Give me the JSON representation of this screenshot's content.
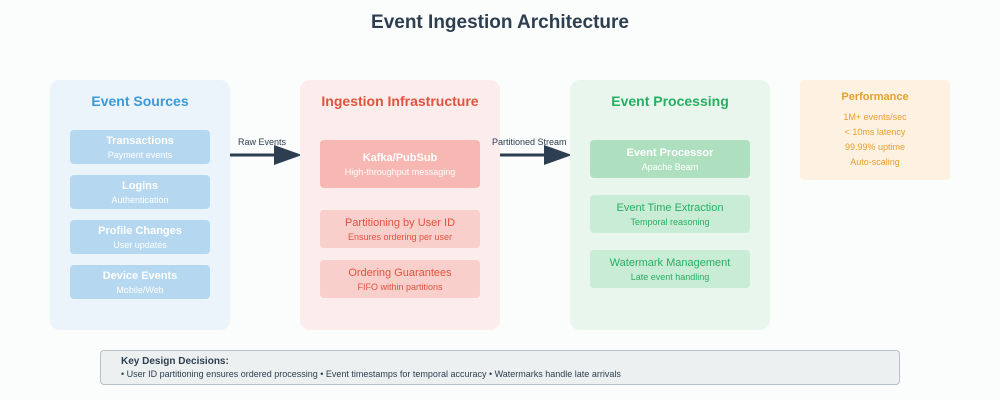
{
  "title": "Event Ingestion Architecture",
  "sources": {
    "title": "Event Sources",
    "items": [
      {
        "label": "Transactions",
        "sub": "Payment events"
      },
      {
        "label": "Logins",
        "sub": "Authentication"
      },
      {
        "label": "Profile Changes",
        "sub": "User updates"
      },
      {
        "label": "Device Events",
        "sub": "Mobile/Web"
      }
    ]
  },
  "ingestion": {
    "title": "Ingestion Infrastructure",
    "items": [
      {
        "label": "Kafka/PubSub",
        "sub": "High-throughput messaging"
      },
      {
        "label": "Partitioning by User ID",
        "sub": "Ensures ordering per user"
      },
      {
        "label": "Ordering Guarantees",
        "sub": "FIFO within partitions"
      }
    ]
  },
  "processing": {
    "title": "Event Processing",
    "items": [
      {
        "label": "Event Processor",
        "sub": "Apache Beam"
      },
      {
        "label": "Event Time Extraction",
        "sub": "Temporal reasoning"
      },
      {
        "label": "Watermark Management",
        "sub": "Late event handling"
      }
    ]
  },
  "arrows": {
    "raw": "Raw Events",
    "partitioned": "Partitioned Stream"
  },
  "performance": {
    "title": "Performance",
    "items": [
      "1M+ events/sec",
      "< 10ms latency",
      "99.99% uptime",
      "Auto-scaling"
    ]
  },
  "decisions": {
    "title": "Key Design Decisions:",
    "text": "• User ID partitioning ensures ordered processing • Event timestamps for temporal accuracy • Watermarks handle late arrivals"
  },
  "colors": {
    "sources": "#3a9ad9",
    "ingestion": "#e0533d",
    "processing": "#27ae60",
    "performance": "#e8a02c",
    "arrow": "#2c3e50"
  }
}
